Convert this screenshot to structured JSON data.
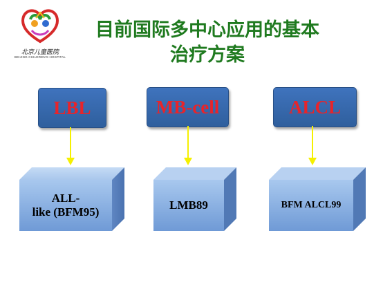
{
  "logo": {
    "chinese_text": "北京儿童医院",
    "english_text": "BEIJING CHILDREN'S HOSPITAL"
  },
  "title": {
    "line1": "目前国际多中心应用的基本",
    "line2": "治疗方案"
  },
  "diagram": {
    "top_boxes": [
      {
        "label": "LBL"
      },
      {
        "label": "MB-cell"
      },
      {
        "label": "ALCL"
      }
    ],
    "bottom_boxes": [
      {
        "label_line1": "ALL-",
        "label_line2": "like (BFM95)"
      },
      {
        "label_line1": "LMB89",
        "label_line2": ""
      },
      {
        "label_line1": "BFM ALCL99",
        "label_line2": ""
      }
    ]
  },
  "colors": {
    "title_green": "#1f7a1f",
    "top_box_blue": "#3a6ab0",
    "top_label_red": "#e8242a",
    "arrow_yellow": "#f5f000",
    "block_light_blue": "#8db4e6"
  }
}
